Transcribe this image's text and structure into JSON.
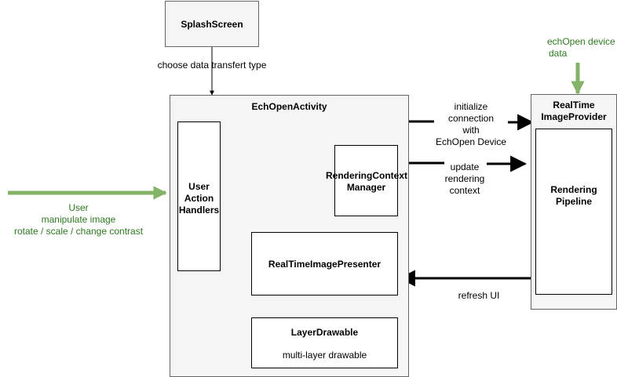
{
  "nodes": {
    "splash": "SplashScreen",
    "activity": "EchOpenActivity",
    "user_action": [
      "User",
      "Action",
      "Handlers"
    ],
    "rendering_ctx": [
      "RenderingContext",
      "Manager"
    ],
    "presenter": "RealTimeImagePresenter",
    "layer_title": "LayerDrawable",
    "layer_sub": "multi-layer drawable",
    "provider": [
      "RealTime",
      "ImageProvider"
    ],
    "pipeline": [
      "Rendering",
      "Pipeline"
    ]
  },
  "edges": {
    "choose": "choose data transfert type",
    "init": [
      "initialize",
      "connection",
      "with",
      "EchOpen Device"
    ],
    "update": [
      "update",
      "rendering",
      "context"
    ],
    "refresh": "refresh UI"
  },
  "external": {
    "user": [
      "User",
      "manipulate image",
      "rotate / scale / change contrast"
    ],
    "device": [
      "echOpen device",
      "data"
    ]
  },
  "colors": {
    "green_arrow": "#82b366",
    "green_text": "#2d7a1f",
    "container_fill": "#f5f5f5"
  }
}
